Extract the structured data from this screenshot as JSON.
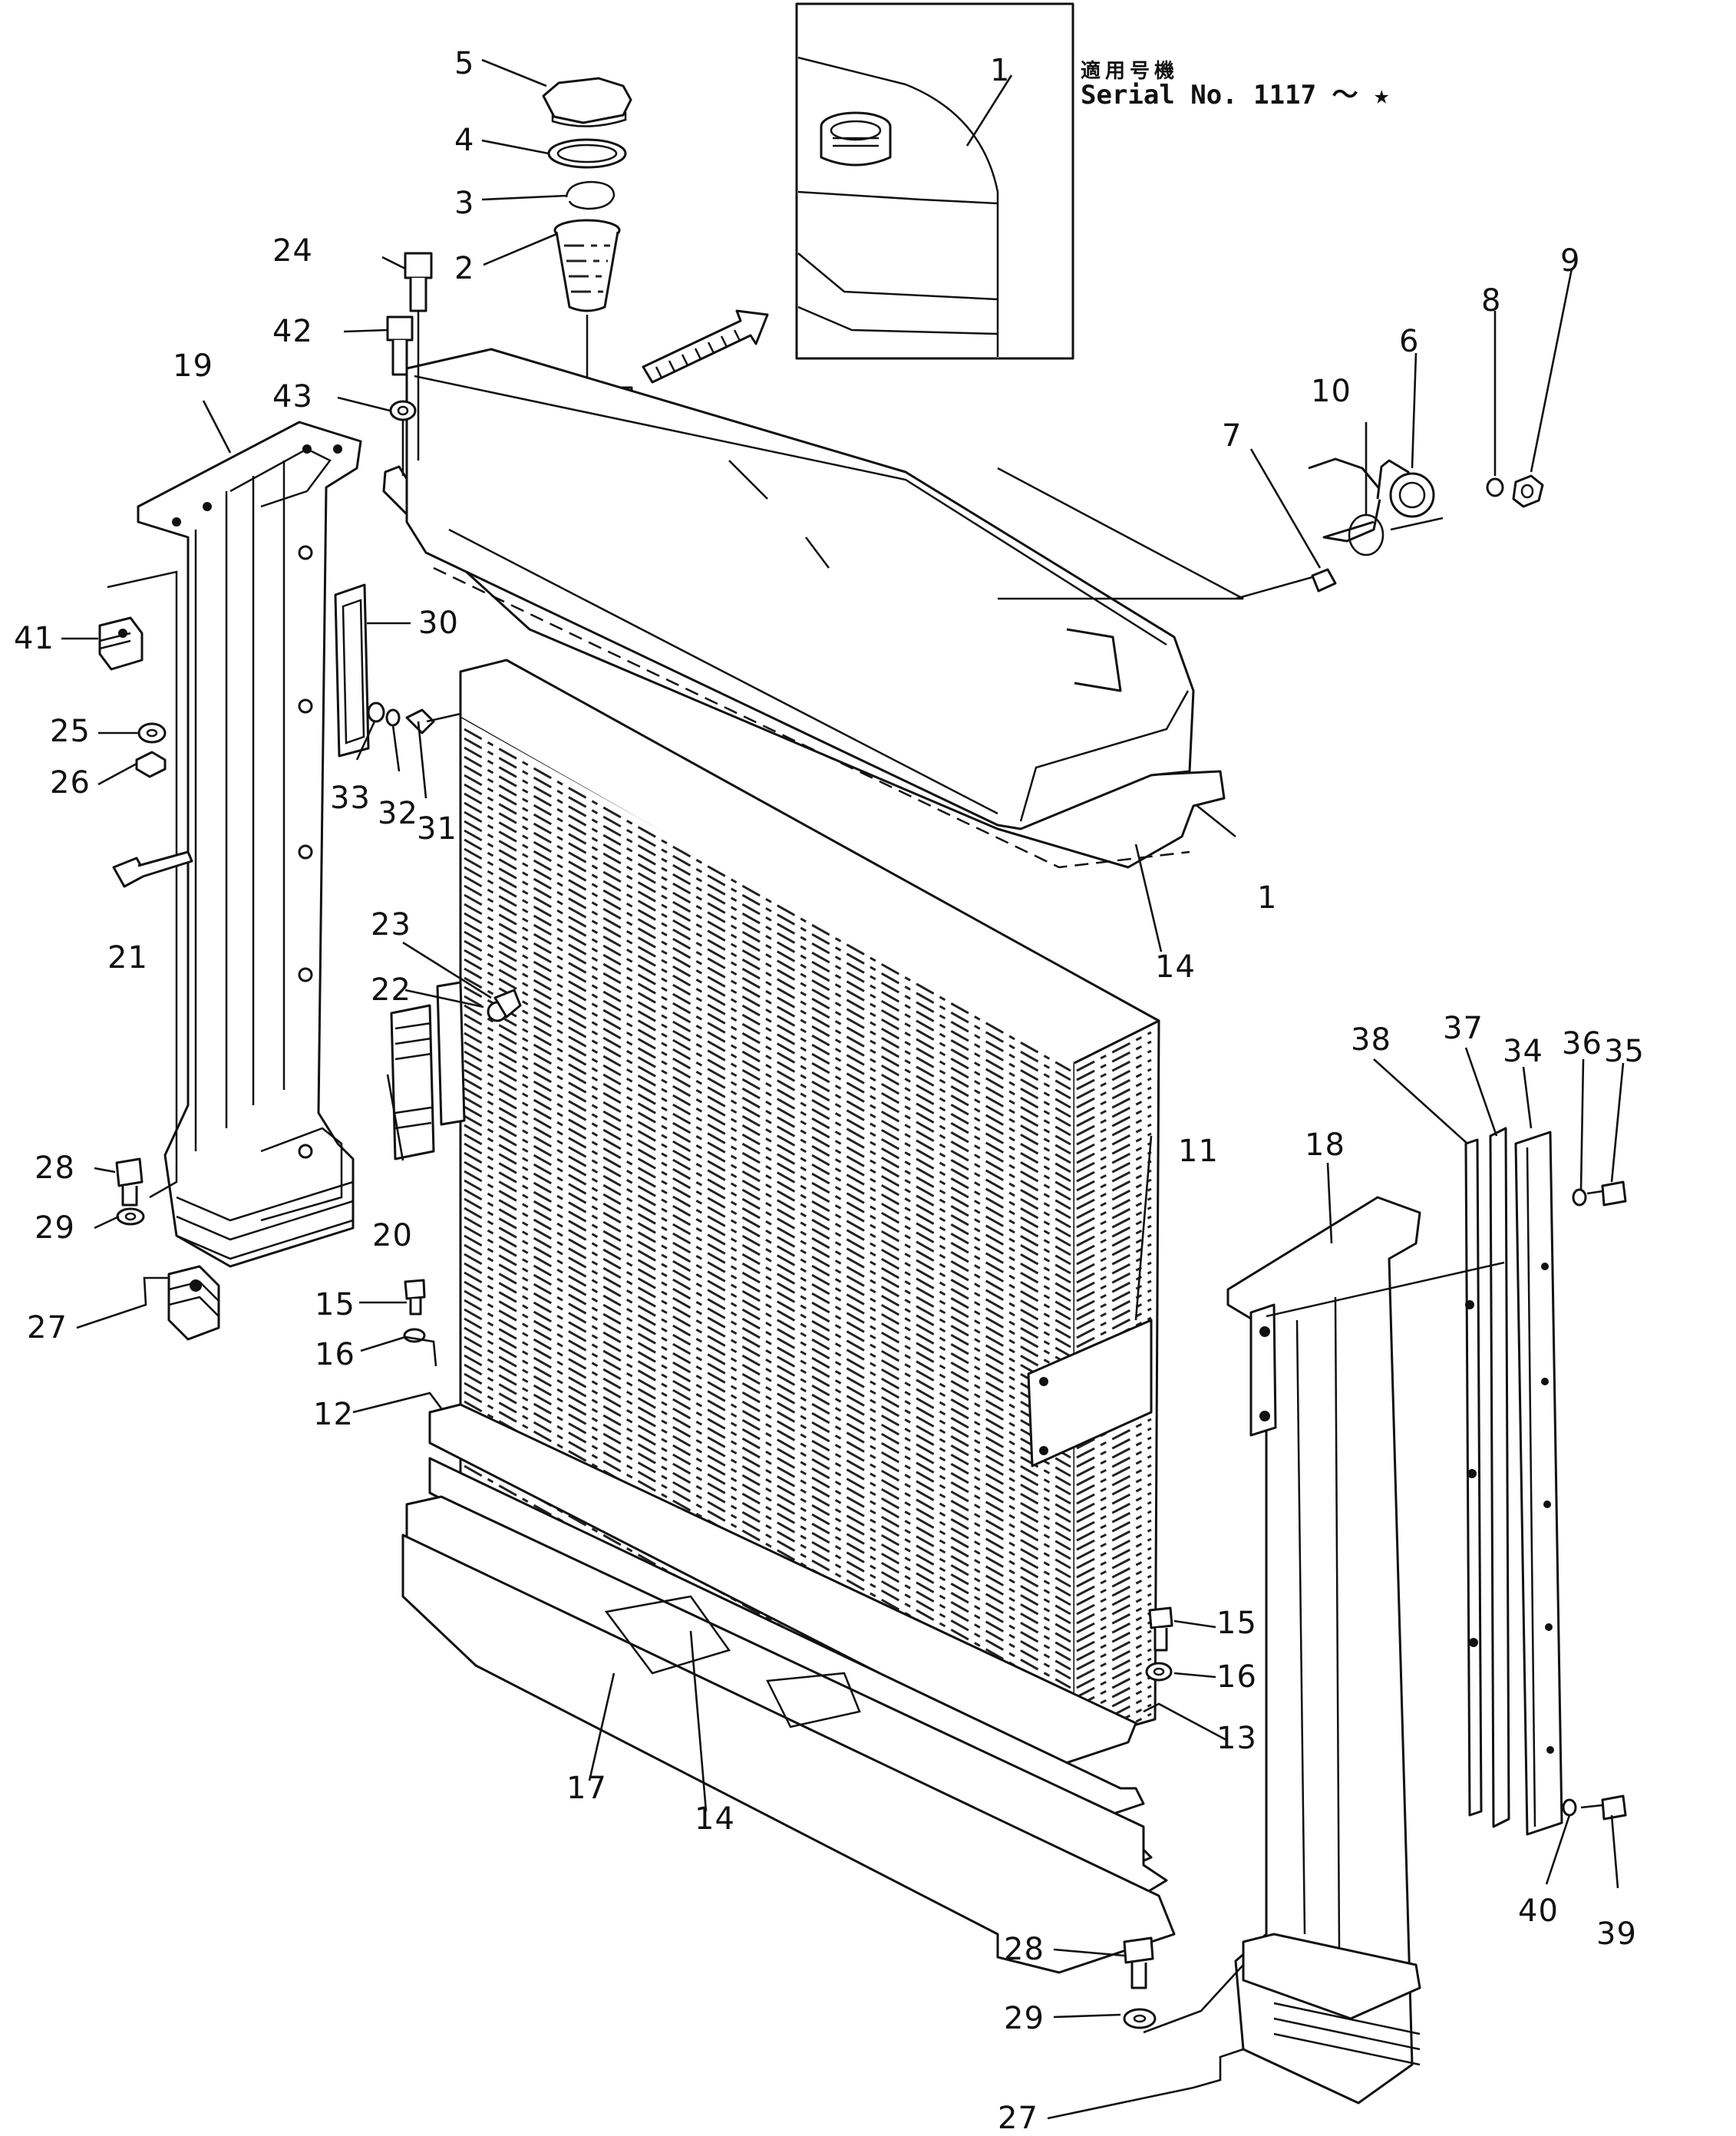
{
  "serial_note": {
    "heading_ja": "適用号機",
    "text": "Serial No. 1117 ～ ★"
  },
  "callouts": [
    "1",
    "1",
    "2",
    "3",
    "4",
    "5",
    "6",
    "7",
    "8",
    "9",
    "10",
    "11",
    "12",
    "13",
    "14",
    "14",
    "15",
    "15",
    "16",
    "16",
    "17",
    "18",
    "19",
    "20",
    "21",
    "22",
    "23",
    "24",
    "25",
    "26",
    "27",
    "27",
    "28",
    "28",
    "29",
    "29",
    "30",
    "31",
    "32",
    "33",
    "34",
    "35",
    "36",
    "37",
    "38",
    "39",
    "40",
    "41",
    "42",
    "43"
  ]
}
